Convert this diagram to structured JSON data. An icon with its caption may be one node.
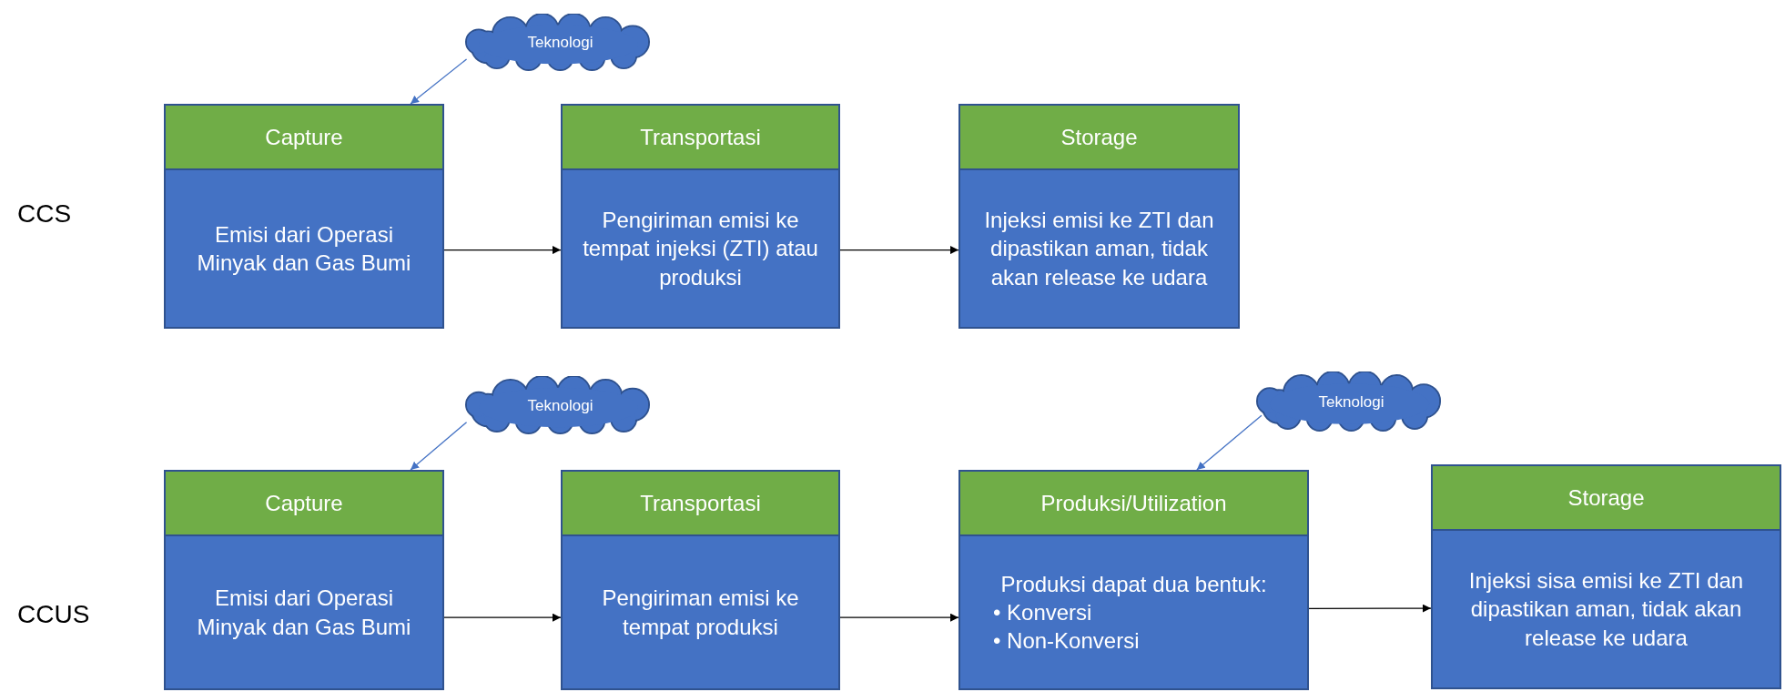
{
  "diagram": {
    "nodes": [
      {
        "text": [
          "Teknologi"
        ]
      },
      {
        "text": [
          "Capture",
          "Emisi dari Operasi Minyak dan Gas Bumi"
        ]
      },
      {
        "text": [
          "Transportasi",
          "Pengiriman emisi ke tempat injeksi (ZTI) atau produksi"
        ]
      },
      {
        "text": [
          "Storage",
          "Injeksi emisi ke ZTI dan dipastikan aman, tidak akan release ke udara"
        ]
      },
      {
        "text": [
          "Teknologi"
        ]
      },
      {
        "text": [
          "Teknologi"
        ]
      },
      {
        "text": [
          "Capture",
          "Emisi dari Operasi Minyak dan Gas Bumi"
        ]
      },
      {
        "text": [
          "Transportasi",
          "Pengiriman emisi ke tempat produksi"
        ]
      },
      {
        "text": [
          "Produksi/Utilization",
          "Produksi dapat dua bentuk:",
          "• Konversi",
          "• Non-Konversi"
        ]
      },
      {
        "text": [
          "Storage",
          "Injeksi sisa emisi ke ZTI dan dipastikan aman, tidak akan release ke udara"
        ]
      }
    ],
    "edges": [
      {
        "from": 0,
        "to": 1,
        "arrow": "to",
        "color": "#4472c4"
      },
      {
        "from": 1,
        "to": 2,
        "arrow": "to"
      },
      {
        "from": 2,
        "to": 3,
        "arrow": "to"
      },
      {
        "from": 4,
        "to": 6,
        "arrow": "to",
        "color": "#4472c4"
      },
      {
        "from": 5,
        "to": 8,
        "arrow": "to",
        "color": "#4472c4"
      },
      {
        "from": 6,
        "to": 7,
        "arrow": "to"
      },
      {
        "from": 7,
        "to": 8,
        "arrow": "to"
      },
      {
        "from": 8,
        "to": 9,
        "arrow": "to"
      }
    ],
    "labels": [
      "CCS",
      "CCUS"
    ]
  }
}
